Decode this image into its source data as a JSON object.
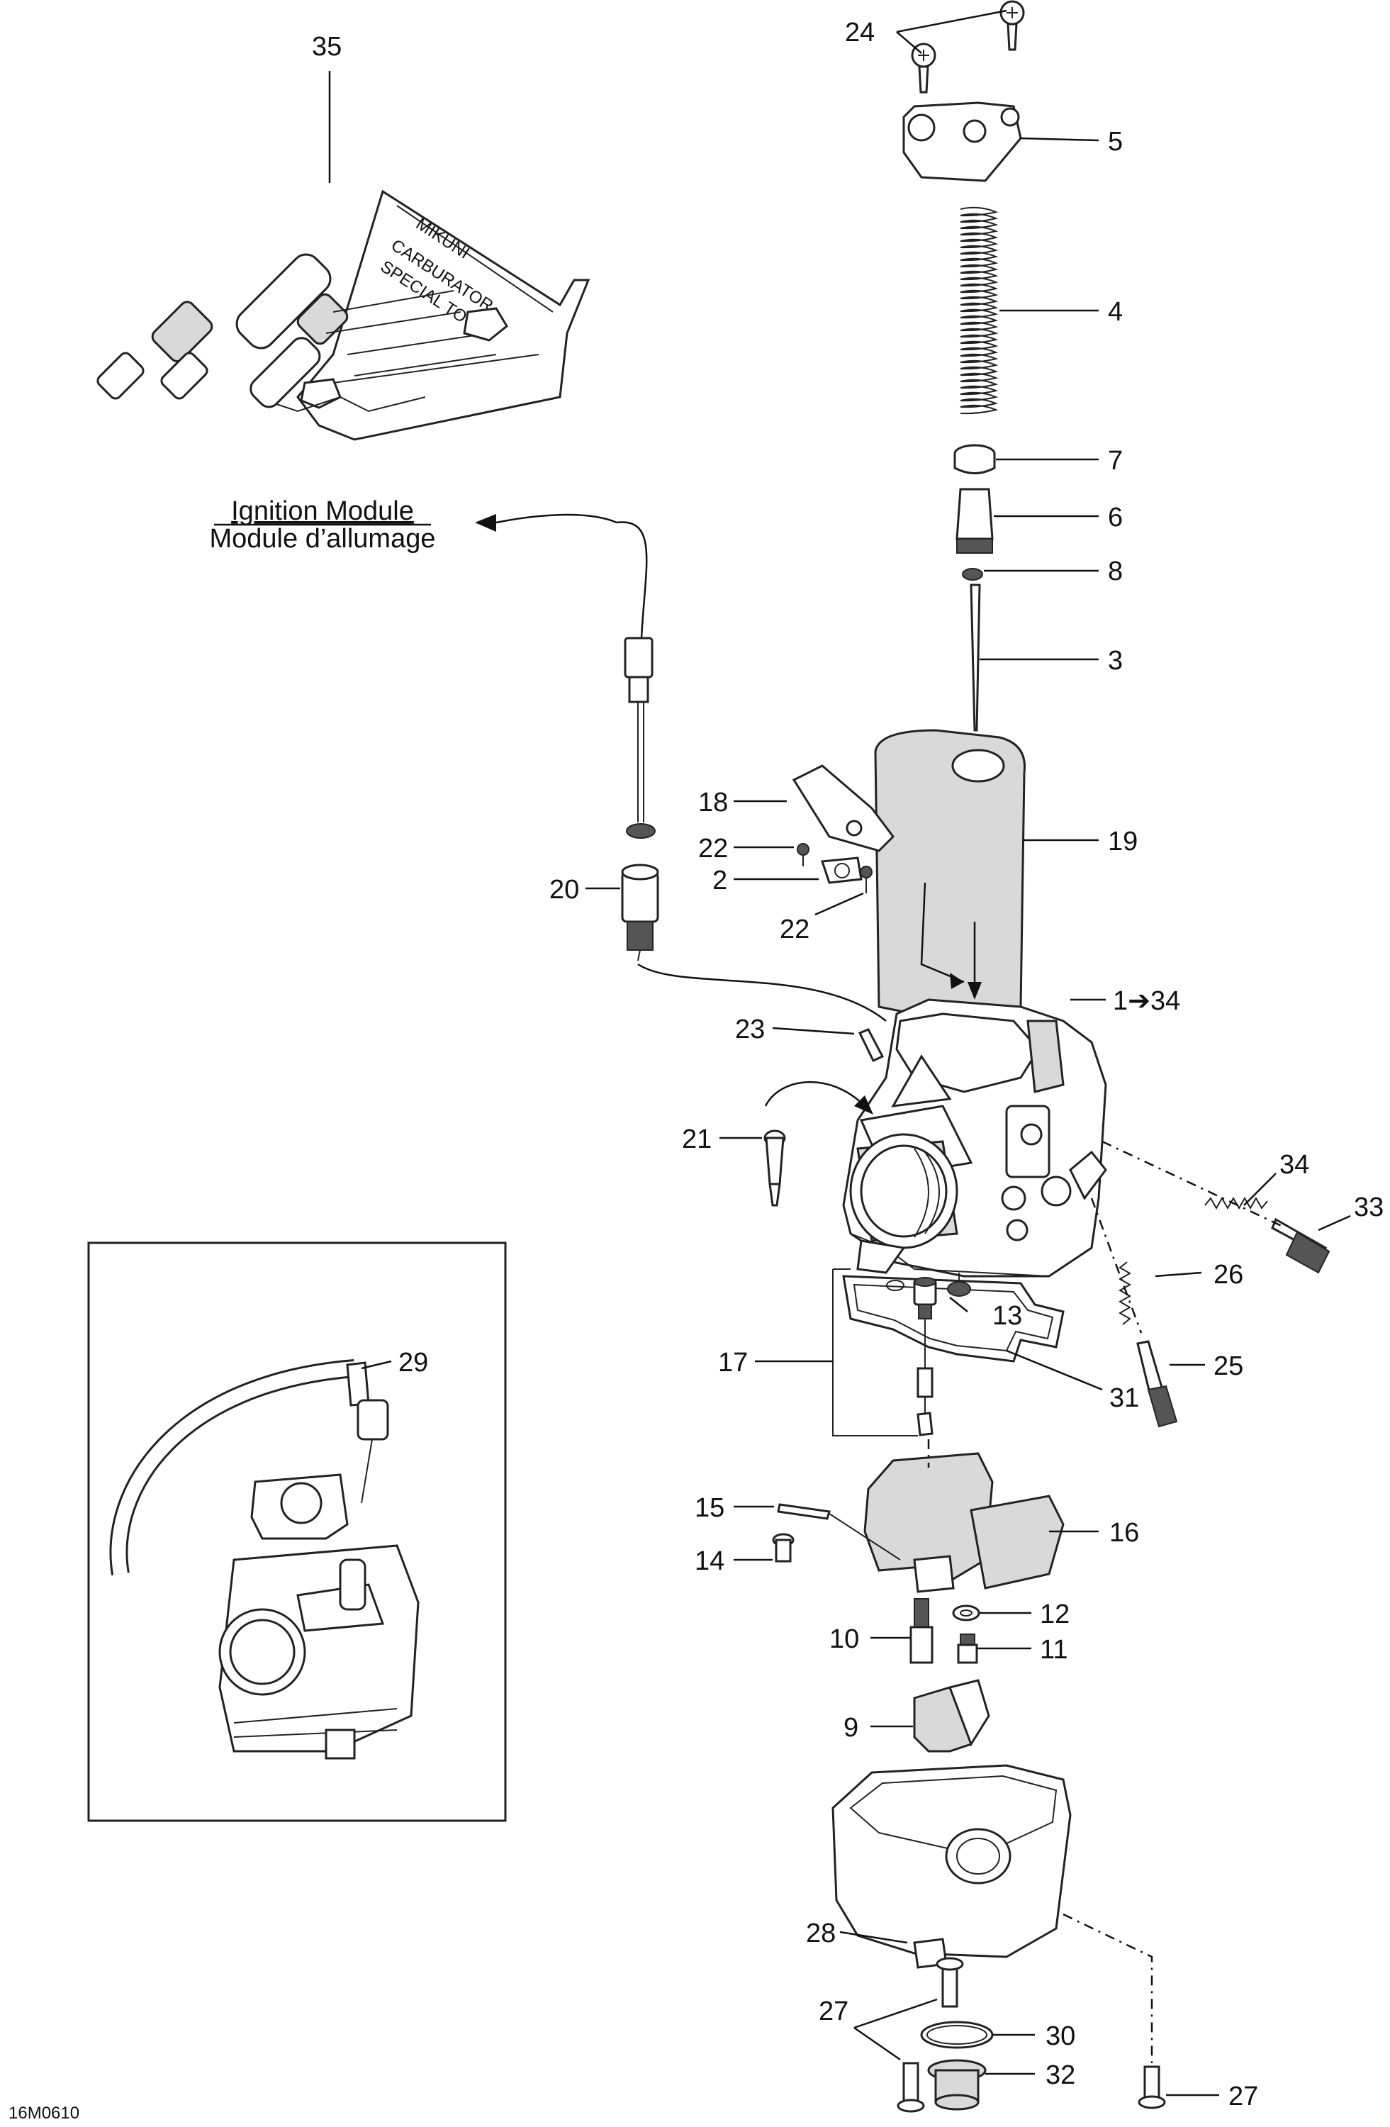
{
  "diagram": {
    "labels": {
      "l1": "1➔34",
      "l2": "2",
      "l3": "3",
      "l4": "4",
      "l5": "5",
      "l6": "6",
      "l7": "7",
      "l8": "8",
      "l9": "9",
      "l10": "10",
      "l11": "11",
      "l12": "12",
      "l13": "13",
      "l14": "14",
      "l15": "15",
      "l16": "16",
      "l17": "17",
      "l18": "18",
      "l19": "19",
      "l20": "20",
      "l21": "21",
      "l22a": "22",
      "l22b": "22",
      "l23": "23",
      "l24": "24",
      "l25": "25",
      "l26": "26",
      "l27a": "27",
      "l27b": "27",
      "l28": "28",
      "l29": "29",
      "l30": "30",
      "l31": "31",
      "l32": "32",
      "l33": "33",
      "l34": "34",
      "l35": "35"
    },
    "ignition_en": "Ignition Module",
    "ignition_fr": "Module d’allumage",
    "tool_kit_text": {
      "brand": "MIKUNI",
      "product": "CARBURATOR",
      "subtitle": "SPECIAL TOOLS"
    },
    "figure_code": "16M0610"
  }
}
